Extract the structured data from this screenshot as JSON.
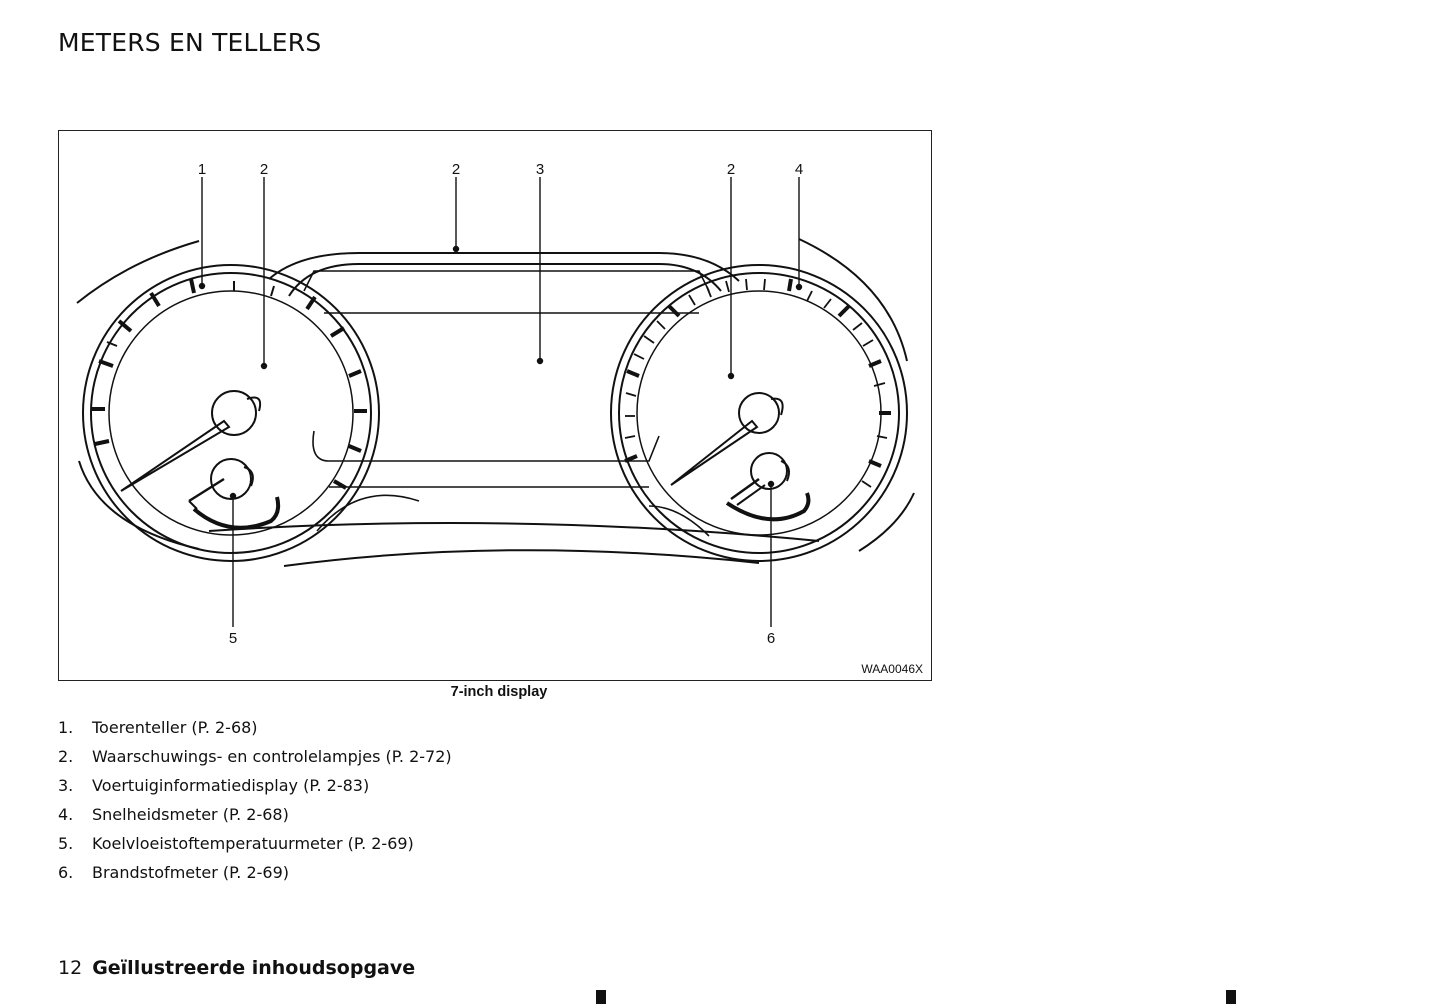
{
  "header": {
    "title": "METERS EN TELLERS"
  },
  "figure": {
    "callouts": [
      "1",
      "2",
      "2",
      "3",
      "2",
      "4",
      "5",
      "6"
    ],
    "code": "WAA0046X",
    "caption": "7-inch display"
  },
  "legend": [
    {
      "num": "1.",
      "text": "Toerenteller (P. 2-68)"
    },
    {
      "num": "2.",
      "text": "Waarschuwings- en controlelampjes (P. 2-72)"
    },
    {
      "num": "3.",
      "text": "Voertuiginformatiedisplay (P. 2-83)"
    },
    {
      "num": "4.",
      "text": "Snelheidsmeter (P. 2-68)"
    },
    {
      "num": "5.",
      "text": "Koelvloeistoftemperatuurmeter (P. 2-69)"
    },
    {
      "num": "6.",
      "text": "Brandstofmeter (P. 2-69)"
    }
  ],
  "footer": {
    "page_number": "12",
    "chapter": "Geïllustreerde inhoudsopgave"
  }
}
